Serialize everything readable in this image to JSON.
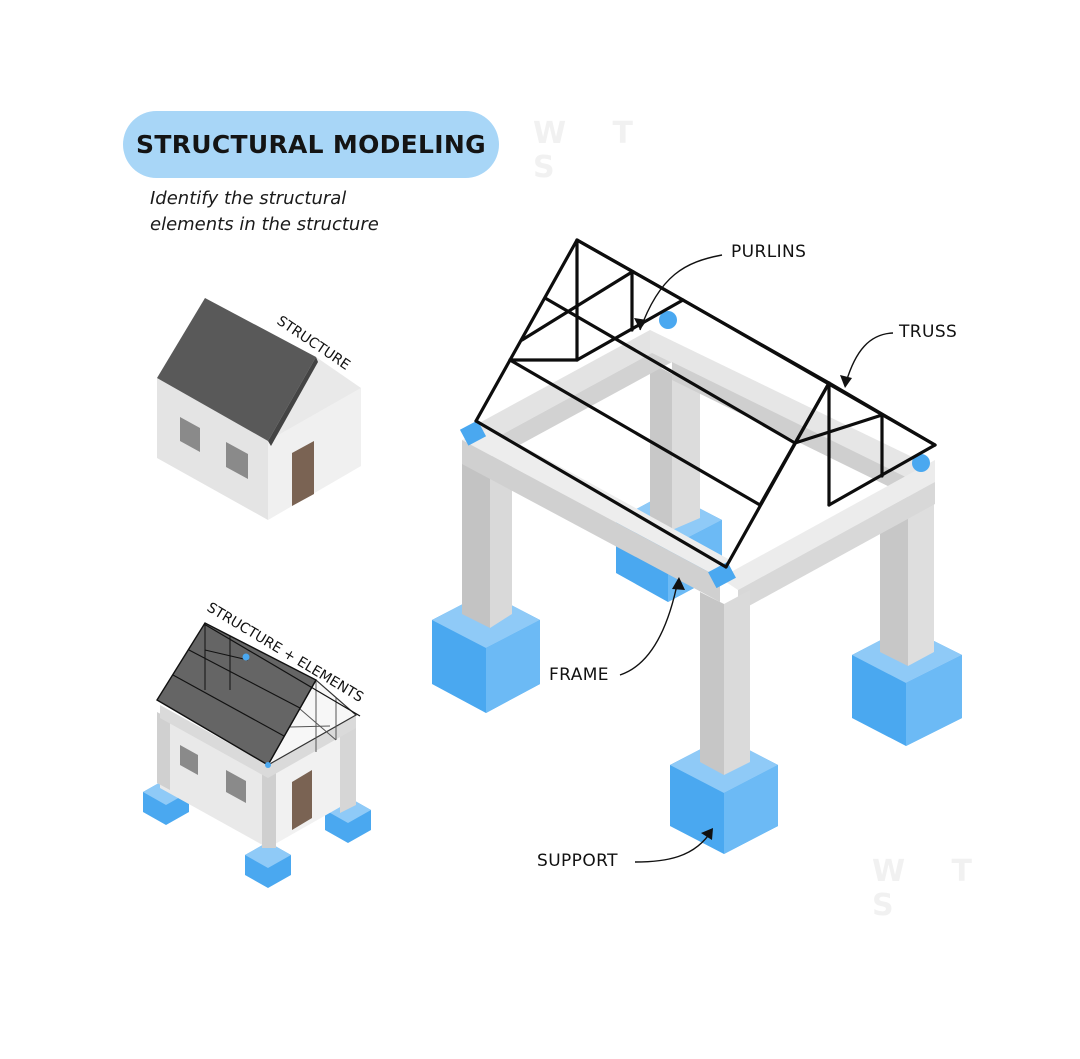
{
  "title": "STRUCTURAL MODELING",
  "subtitle": "Identify the structural elements in the structure",
  "labels": {
    "structure": "STRUCTURE",
    "structure_elements": "STRUCTURE + ELEMENTS",
    "purlins": "PURLINS",
    "truss": "TRUSS",
    "frame": "FRAME",
    "support": "SUPPORT"
  },
  "watermark": {
    "line1": "W T",
    "line2": "S"
  },
  "colors": {
    "title_pill": "#a8d6f7",
    "support_blue": "#4aa8f0",
    "frame_grey": "#d4d4d4",
    "roof_dark": "#565656",
    "wall_light": "#ededed",
    "door_brown": "#7a6353"
  }
}
